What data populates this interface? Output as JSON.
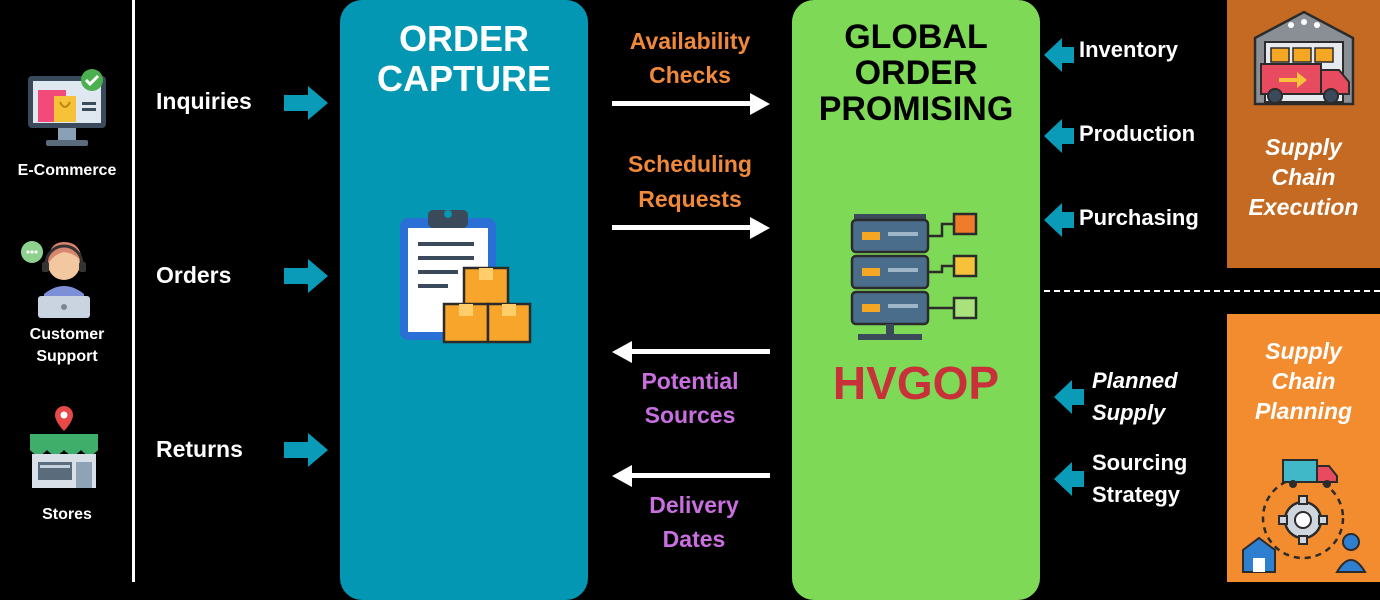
{
  "channels": [
    {
      "label": "E-Commerce",
      "icon": "ecommerce-monitor-icon"
    },
    {
      "label": "Customer Support",
      "icon": "support-agent-icon"
    },
    {
      "label": "Stores",
      "icon": "storefront-icon"
    }
  ],
  "inputs": {
    "inquiries": "Inquiries",
    "orders": "Orders",
    "returns": "Returns"
  },
  "order_capture": {
    "title_line1": "ORDER",
    "title_line2": "CAPTURE",
    "icon": "clipboard-boxes-icon"
  },
  "flows": {
    "availability_line1": "Availability",
    "availability_line2": "Checks",
    "scheduling_line1": "Scheduling",
    "scheduling_line2": "Requests",
    "potential_line1": "Potential",
    "potential_line2": "Sources",
    "delivery_line1": "Delivery",
    "delivery_line2": "Dates"
  },
  "gop": {
    "title_line1": "GLOBAL",
    "title_line2": "ORDER",
    "title_line3": "PROMISING",
    "brand": "HVGOP",
    "icon": "server-network-icon"
  },
  "sources": {
    "inventory": "Inventory",
    "production": "Production",
    "purchasing": "Purchasing",
    "planned_line1": "Planned",
    "planned_line2": "Supply",
    "sourcing_line1": "Sourcing",
    "sourcing_line2": "Strategy"
  },
  "side_boxes": {
    "execution_line1": "Supply",
    "execution_line2": "Chain",
    "execution_line3": "Execution",
    "planning_line1": "Supply",
    "planning_line2": "Chain",
    "planning_line3": "Planning"
  },
  "colors": {
    "order_capture_bg": "#0397b3",
    "gop_bg": "#7ed957",
    "execution_bg": "#c46a22",
    "planning_bg": "#f28c2f",
    "arrow_teal": "#0a9bb8",
    "brand_red": "#c8303a",
    "orange_text": "#f0893a",
    "purple_text": "#c96fe0"
  }
}
